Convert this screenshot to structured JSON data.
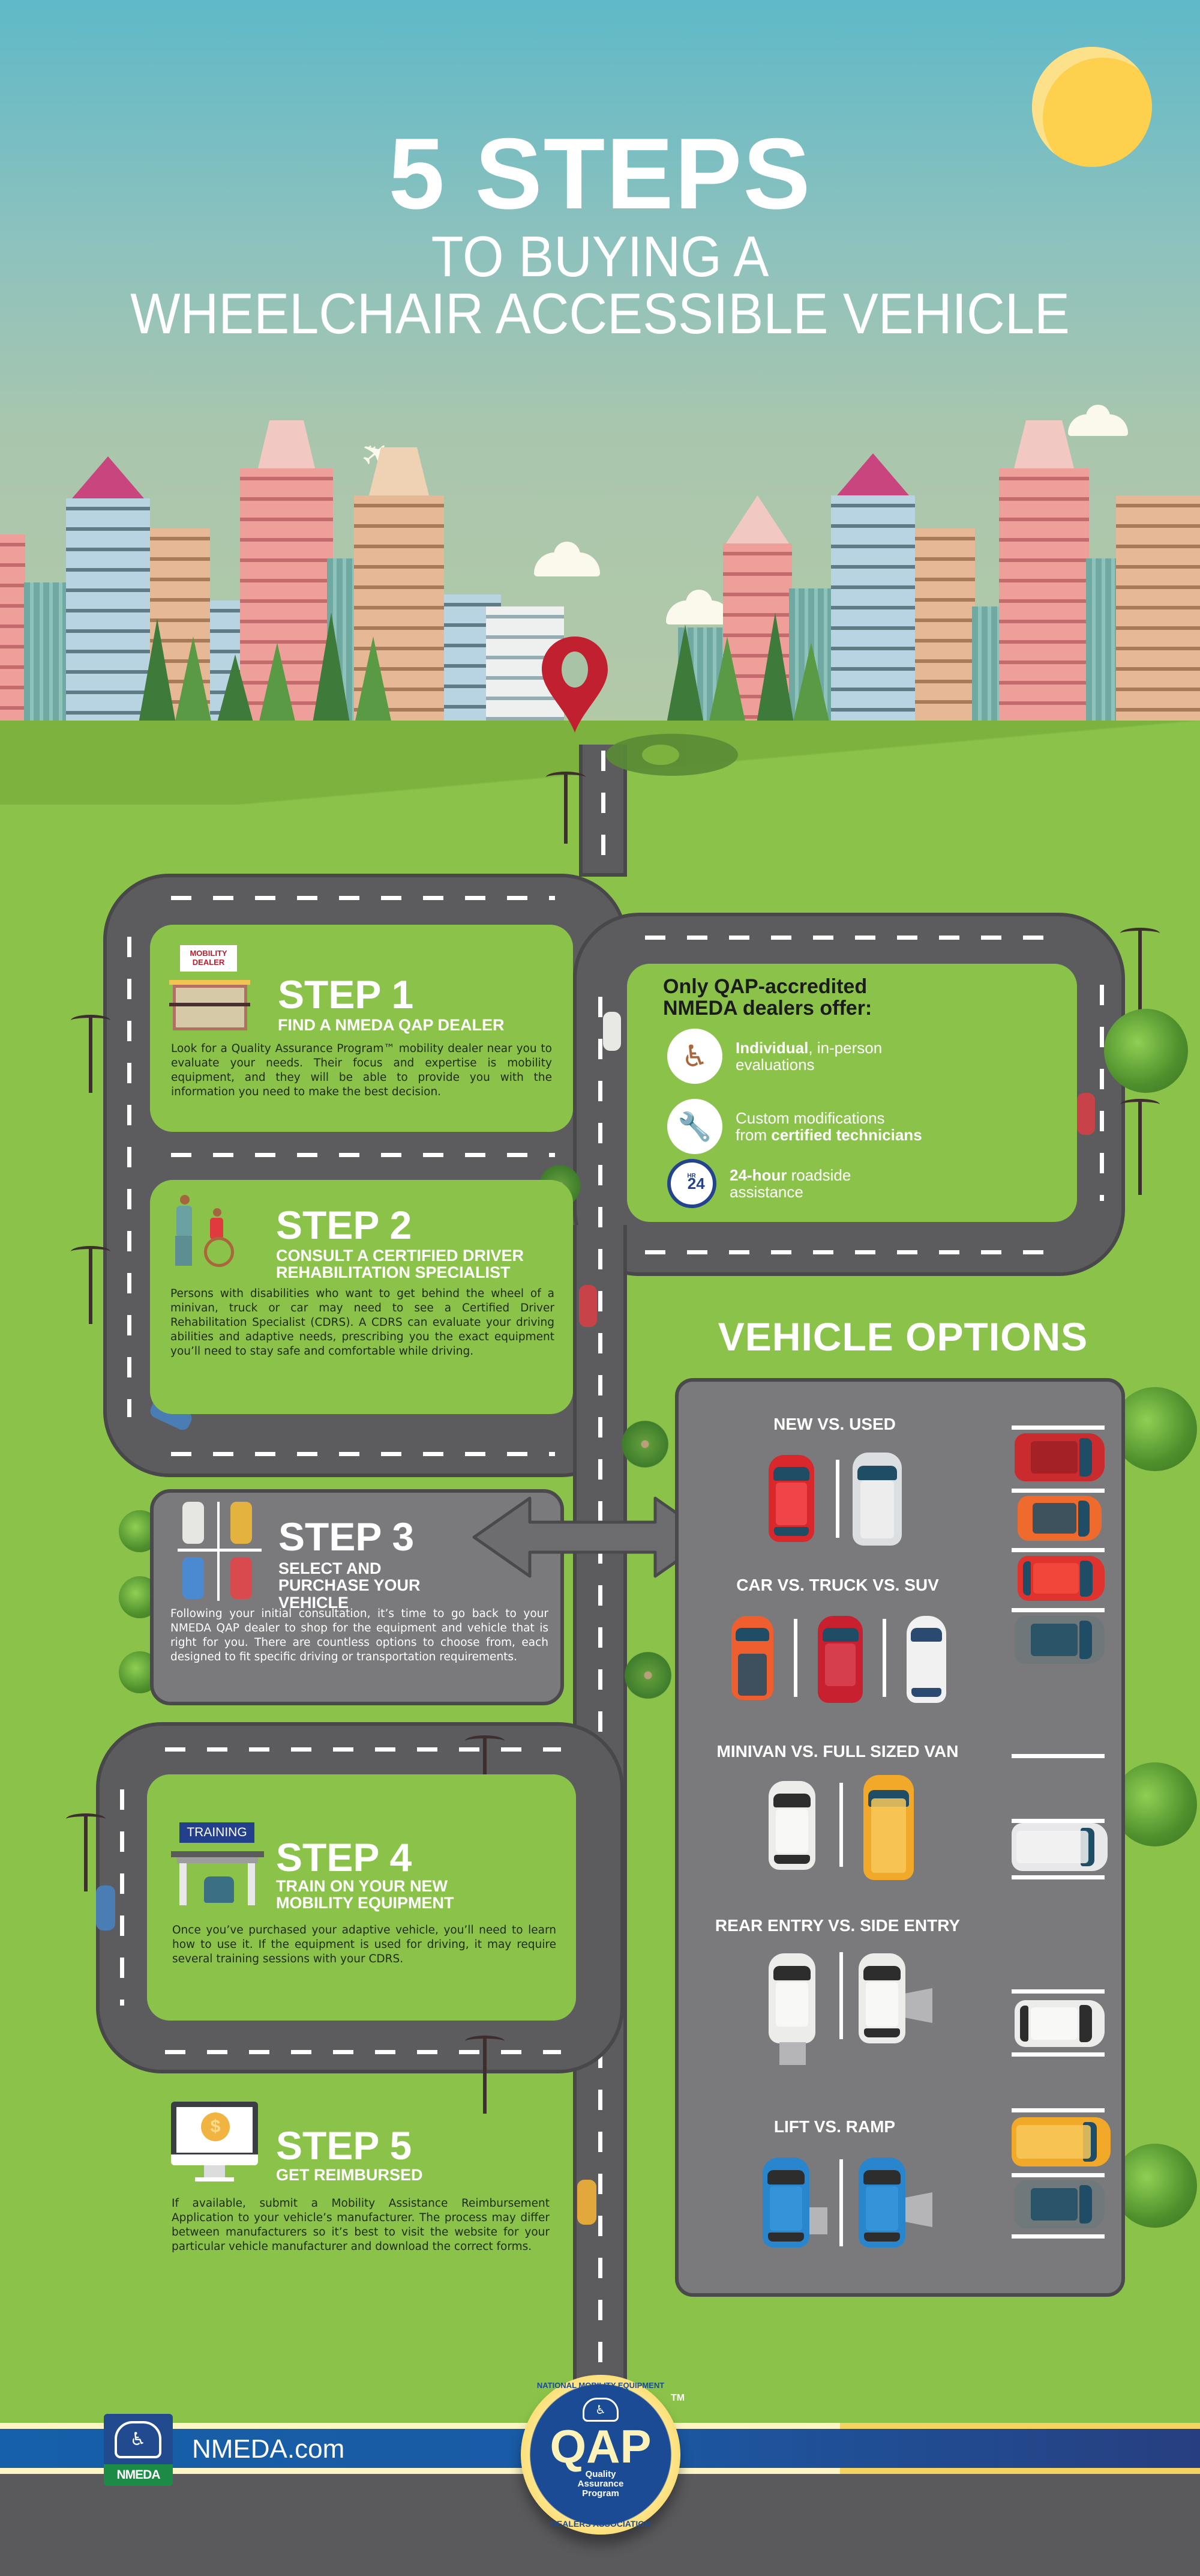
{
  "header": {
    "title_main": "5 STEPS",
    "title_sub_1": "TO BUYING A",
    "title_sub_2": "WHEELCHAIR ACCESSIBLE VEHICLE"
  },
  "steps": [
    {
      "number_label": "STEP 1",
      "subtitle": "FIND A NMEDA QAP DEALER",
      "icon": "mobility-dealer-storefront-icon",
      "icon_sign_text": "MOBILITY DEALER",
      "body": "Look for a Quality Assurance Program™ mobility dealer near you to evaluate your needs. Their focus and expertise is mobility equipment, and they will be able to provide you with the information you need to make the best decision."
    },
    {
      "number_label": "STEP 2",
      "subtitle": "CONSULT A CERTIFIED DRIVER REHABILITATION SPECIALIST",
      "icon": "caregiver-pushing-wheelchair-icon",
      "body": "Persons with disabilities who want to get behind the wheel of a minivan, truck or car may need to see a Certified Driver Rehabilitation Specialist (CDRS). A CDRS can evaluate your driving abilities and adaptive needs, prescribing you the exact equipment you’ll need to stay safe and comfortable while driving."
    },
    {
      "number_label": "STEP 3",
      "subtitle": "SELECT AND PURCHASE YOUR VEHICLE",
      "icon": "parked-cars-icon",
      "body": "Following your initial consultation, it’s time to go back to your NMEDA QAP dealer to shop for the equipment and vehicle that is right for you. There are countless options to choose from, each designed to fit specific driving or transportation requirements."
    },
    {
      "number_label": "STEP 4",
      "subtitle": "TRAIN ON YOUR NEW MOBILITY EQUIPMENT",
      "icon": "training-garage-icon",
      "icon_sign_text": "TRAINING",
      "body": "Once you’ve purchased your adaptive vehicle, you’ll need to learn how to use it. If the equipment is used for driving, it may require several training sessions with your CDRS."
    },
    {
      "number_label": "STEP 5",
      "subtitle": "GET REIMBURSED",
      "icon": "monitor-dollar-coin-icon",
      "body": "If available, submit a Mobility Assistance Reimbursement Application to your vehicle’s manufacturer. The process may differ between manufacturers so it’s best to visit the website for your particular vehicle manufacturer and download the correct forms."
    }
  ],
  "qap_offer": {
    "title_line_1": "Only QAP-accredited",
    "title_line_2": "NMEDA dealers offer:",
    "items": [
      {
        "icon": "wheelchair-ramp-icon",
        "bold": "Individual",
        "text_after_bold": ", in-person",
        "line_2": "evaluations"
      },
      {
        "icon": "technician-wrench-icon",
        "line_1": "Custom modifications",
        "line_2_prefix": "from ",
        "bold": "certified technicians"
      },
      {
        "icon": "24hr-roadside-tools-icon",
        "icon_label_hr": "HR",
        "icon_label_num": "24",
        "bold": "24-hour",
        "text_after_bold": " roadside",
        "line_2": "assistance"
      }
    ]
  },
  "vehicle_options": {
    "title": "VEHICLE OPTIONS",
    "comparisons": [
      {
        "label": "NEW VS. USED",
        "vehicles": [
          "red minivan (new)",
          "white van (used)"
        ]
      },
      {
        "label": "CAR VS. TRUCK VS. SUV",
        "vehicles": [
          "orange car",
          "red truck",
          "white SUV"
        ]
      },
      {
        "label": "MINIVAN VS. FULL SIZED VAN",
        "vehicles": [
          "white minivan",
          "yellow full sized van"
        ]
      },
      {
        "label": "REAR ENTRY VS. SIDE ENTRY",
        "vehicles": [
          "white minivan with rear ramp",
          "white minivan with side ramp"
        ]
      },
      {
        "label": "LIFT VS. RAMP",
        "vehicles": [
          "blue minivan with lift",
          "blue minivan with ramp"
        ]
      }
    ]
  },
  "footer": {
    "nmeda_logo_text": "NMEDA",
    "website": "NMEDA.com",
    "badge_arc_top": "NATIONAL MOBILITY EQUIPMENT",
    "badge_arc_bottom": "DEALERS ASSOCIATION",
    "badge_letters": "QAP",
    "badge_program_line_1": "Quality",
    "badge_program_line_2": "Assurance",
    "badge_program_line_3": "Program",
    "badge_tm": "TM"
  },
  "colors": {
    "sky_top": "#5fb9c8",
    "grass": "#8bc34a",
    "road": "#5c5c5f",
    "pin_red": "#c0202f",
    "footer_blue": "#1560a8",
    "badge_gold": "#f7c93a"
  }
}
